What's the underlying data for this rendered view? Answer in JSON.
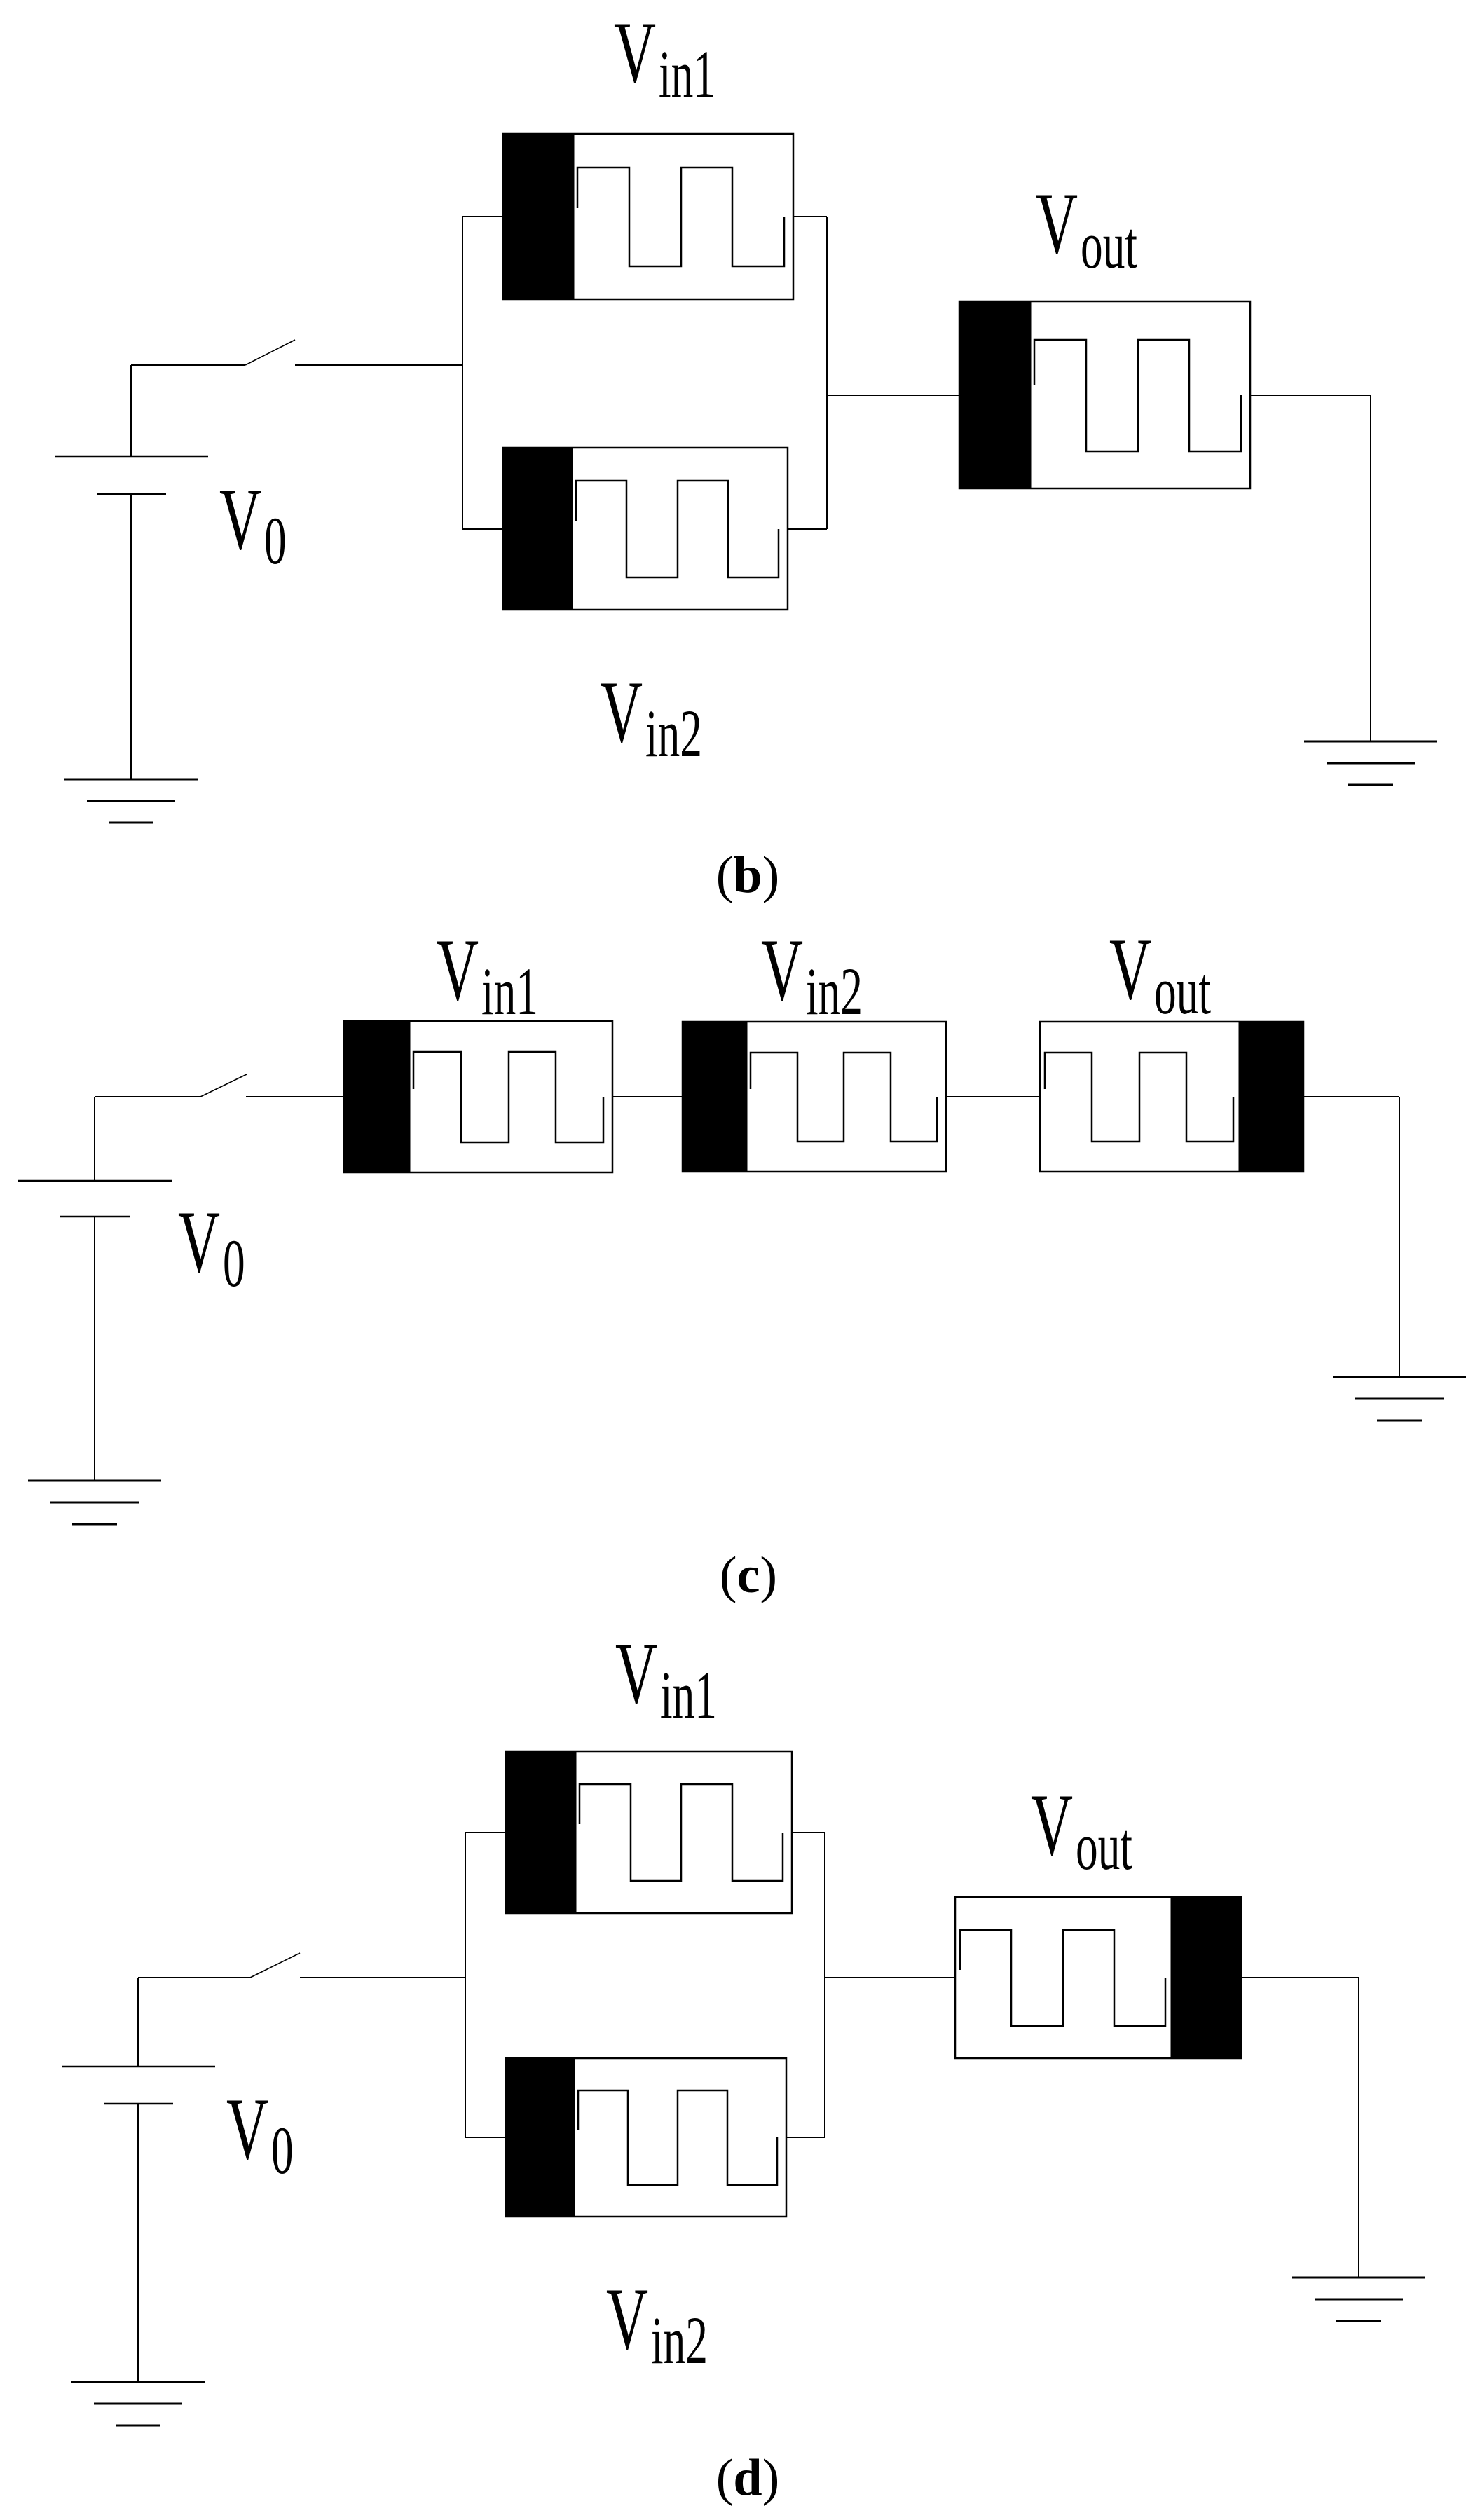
{
  "figure": {
    "panels": [
      {
        "id": "b",
        "caption_letter": "b",
        "topology": "parallel inputs, output after",
        "labels": {
          "source": {
            "main": "V",
            "sub": "0"
          },
          "input1": {
            "main": "V",
            "sub": "in1"
          },
          "input2": {
            "main": "V",
            "sub": "in2"
          },
          "output": {
            "main": "V",
            "sub": "out"
          }
        },
        "output_electrode_side": "left"
      },
      {
        "id": "c",
        "caption_letter": "c",
        "topology": "series",
        "labels": {
          "source": {
            "main": "V",
            "sub": "0"
          },
          "input1": {
            "main": "V",
            "sub": "in1"
          },
          "input2": {
            "main": "V",
            "sub": "in2"
          },
          "output": {
            "main": "V",
            "sub": "out"
          }
        },
        "output_electrode_side": "right"
      },
      {
        "id": "d",
        "caption_letter": "d",
        "topology": "parallel inputs, output after",
        "labels": {
          "source": {
            "main": "V",
            "sub": "0"
          },
          "input1": {
            "main": "V",
            "sub": "in1"
          },
          "input2": {
            "main": "V",
            "sub": "in2"
          },
          "output": {
            "main": "V",
            "sub": "out"
          }
        },
        "output_electrode_side": "right"
      }
    ],
    "colors": {
      "ink": "#000000",
      "background": "#ffffff"
    }
  }
}
